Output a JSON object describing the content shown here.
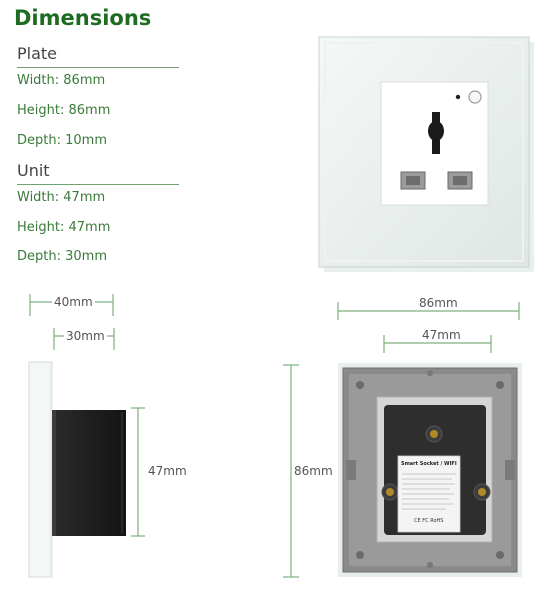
{
  "heading": "Dimensions",
  "plate": {
    "title": "Plate",
    "width": "Width: 86mm",
    "height": "Height: 86mm",
    "depth": "Depth: 10mm"
  },
  "unit": {
    "title": "Unit",
    "width": "Width: 47mm",
    "height": "Height: 47mm",
    "depth": "Depth: 30mm"
  },
  "labels": {
    "side_total": "40mm",
    "side_unit": "30mm",
    "side_height": "47mm",
    "back_plate_width": "86mm",
    "back_unit_width": "47mm",
    "back_plate_height": "86mm"
  },
  "product_label": {
    "title": "Smart Socket / WIFI",
    "marks": "CE FC RoHS"
  },
  "colors": {
    "heading": "#1e6b22",
    "dimension_line": "#7db07d"
  }
}
